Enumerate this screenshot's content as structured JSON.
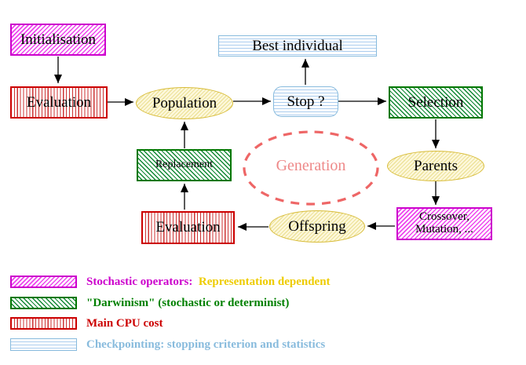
{
  "nodes": {
    "initialisation": {
      "label": "Initialisation"
    },
    "evaluation_top": {
      "label": "Evaluation"
    },
    "population": {
      "label": "Population"
    },
    "best_individual": {
      "label": "Best individual"
    },
    "stop": {
      "label": "Stop ?"
    },
    "selection": {
      "label": "Selection"
    },
    "replacement": {
      "label": "Replacement"
    },
    "generation": {
      "label": "Generation"
    },
    "parents": {
      "label": "Parents"
    },
    "evaluation_bottom": {
      "label": "Evaluation"
    },
    "offspring": {
      "label": "Offspring"
    },
    "crossover_mutation": {
      "line1": "Crossover,",
      "line2": "Mutation, ..."
    }
  },
  "legend": {
    "items": [
      {
        "swatch": "magenta-diagonal-hatch",
        "parts": [
          {
            "text": "Stochastic operators:",
            "color": "#cc00cc"
          },
          {
            "text": "Representation dependent",
            "color": "#eecc00"
          }
        ]
      },
      {
        "swatch": "green-diagonal-hatch",
        "parts": [
          {
            "text": "\"Darwinism\" (stochastic or determinist)",
            "color": "#008000"
          }
        ]
      },
      {
        "swatch": "red-vertical-stripes",
        "parts": [
          {
            "text": "Main CPU cost",
            "color": "#cc0000"
          }
        ]
      },
      {
        "swatch": "cyan-horizontal-stripes",
        "parts": [
          {
            "text": "Checkpointing: stopping criterion and statistics",
            "color": "#88bbdd"
          }
        ]
      }
    ]
  },
  "colors": {
    "magenta": "#cc00cc",
    "red": "#cc0000",
    "green": "#007700",
    "light_blue": "#88bbdd",
    "yellow_border": "#d8bc38",
    "salmon_dashed": "#ee6666",
    "salmon_text": "#ee8888",
    "arrow": "#000000",
    "background": "#ffffff"
  }
}
